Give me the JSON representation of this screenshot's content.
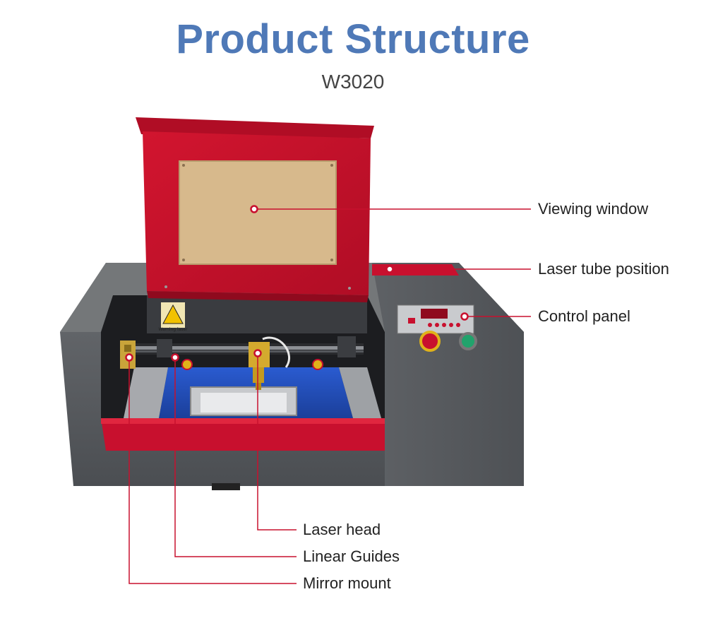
{
  "title": "Product Structure",
  "model": "W3020",
  "colors": {
    "title": "#4f79b7",
    "callout_line": "#c8102e",
    "machine_body": "#5a5d61",
    "lid_red": "#c8102e"
  },
  "callouts": [
    {
      "id": "viewing-window",
      "label": "Viewing window"
    },
    {
      "id": "laser-tube-position",
      "label": "Laser tube position"
    },
    {
      "id": "control-panel",
      "label": "Control panel"
    },
    {
      "id": "laser-head",
      "label": "Laser head"
    },
    {
      "id": "linear-guides",
      "label": "Linear Guides"
    },
    {
      "id": "mirror-mount",
      "label": "Mirror mount"
    }
  ],
  "warning_sticker": "Warning laser"
}
